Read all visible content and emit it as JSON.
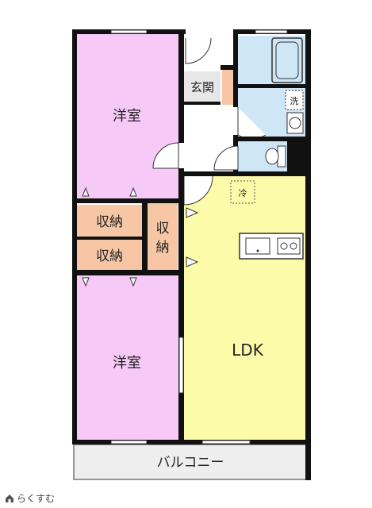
{
  "rooms": {
    "western_room_top": "洋室",
    "western_room_bottom": "洋室",
    "storage_1": "収納",
    "storage_2": "収納",
    "storage_3_line1": "収",
    "storage_3_line2": "納",
    "entrance": "玄関",
    "ldk": "LDK",
    "balcony": "バルコニー"
  },
  "symbols": {
    "fridge": "冷",
    "washer": "洗"
  },
  "brand": "らくすむ",
  "colors": {
    "western_room": "#f7c9f7",
    "storage": "#f6c6a5",
    "ldk": "#fbfbaa",
    "wet_area": "#cfe6f7",
    "entrance": "#e7e7e7",
    "balcony": "#eeeeee",
    "wall": "#111111"
  }
}
